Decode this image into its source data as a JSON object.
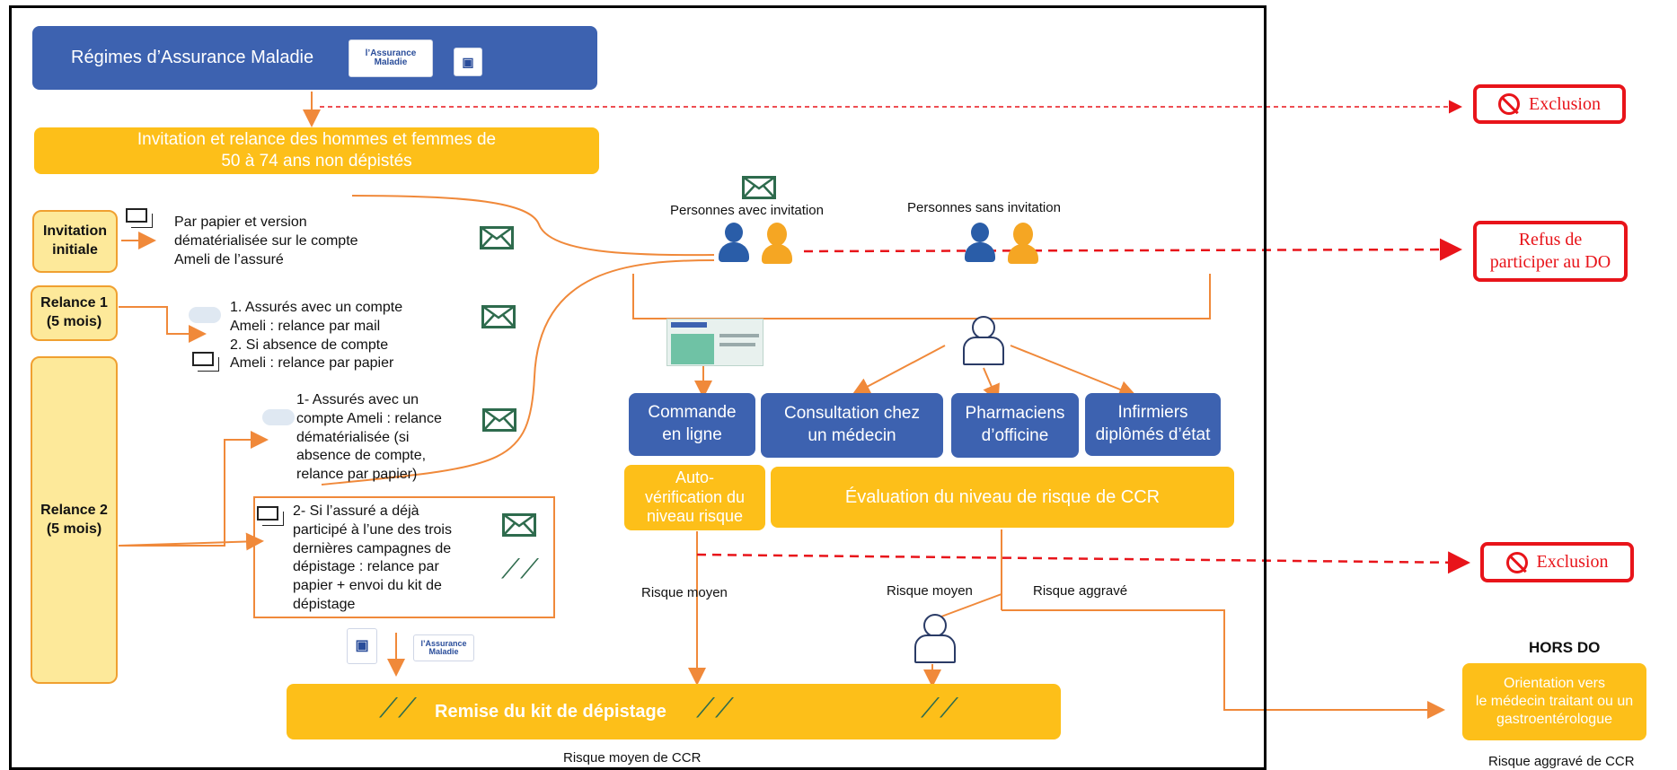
{
  "header": {
    "title": "Régimes d’Assurance Maladie",
    "logo_assurance": "l’Assurance Maladie",
    "invitation_title_line1": "Invitation et relance des hommes et femmes de",
    "invitation_title_line2": "50 à 74 ans non dépistés"
  },
  "steps": {
    "invitation_initiale": {
      "label_line1": "Invitation",
      "label_line2": "initiale",
      "text_line1": "Par papier et version",
      "text_line2": "dématérialisée sur le compte",
      "text_line3": "Ameli de l’assuré"
    },
    "relance1": {
      "label_line1": "Relance 1",
      "label_line2": "(5 mois)",
      "text_line1": "1. Assurés avec un compte",
      "text_line2": "Ameli  : relance par mail",
      "text_line3": "2. Si absence de compte",
      "text_line4": "Ameli : relance par papier"
    },
    "relance2": {
      "label_line1": "Relance 2",
      "label_line2": "(5 mois)",
      "text_a_line1": "1- Assurés avec un",
      "text_a_line2": "compte Ameli : relance",
      "text_a_line3": "dématérialisée (si",
      "text_a_line4": "absence de compte,",
      "text_a_line5": "relance par papier)",
      "text_b_line1": "2-  Si l’assuré a déjà",
      "text_b_line2": "participé à l’une des trois",
      "text_b_line3": "dernières campagnes de",
      "text_b_line4": "dépistage : relance par",
      "text_b_line5": "papier + envoi du kit de",
      "text_b_line6": "dépistage"
    }
  },
  "persons": {
    "with_invitation": "Personnes avec invitation",
    "without_invitation": "Personnes sans invitation"
  },
  "channels": {
    "commande_line1": "Commande",
    "commande_line2": "en ligne",
    "consultation_line1": "Consultation chez",
    "consultation_line2": "un médecin",
    "pharmaciens_line1": "Pharmaciens",
    "pharmaciens_line2": "d’officine",
    "infirmiers_line1": "Infirmiers",
    "infirmiers_line2": "diplômés d’état"
  },
  "assessment": {
    "auto_line1": "Auto-",
    "auto_line2": "vérification du",
    "auto_line3": "niveau risque",
    "evaluation": "Évaluation du niveau de risque de CCR"
  },
  "risk_labels": {
    "risque_moyen_1": "Risque moyen",
    "risque_moyen_2": "Risque moyen",
    "risque_aggrave": "Risque aggravé"
  },
  "kit": {
    "label": "Remise du kit de dépistage"
  },
  "footer": {
    "risque_moyen_ccr": "Risque moyen de CCR",
    "risque_aggrave_ccr": "Risque aggravé de CCR"
  },
  "outcomes": {
    "exclusion_1": "Exclusion",
    "refus_line1": "Refus de",
    "refus_line2": "participer au DO",
    "exclusion_2": "Exclusion",
    "hors_do": "HORS DO",
    "orientation_line1": "Orientation vers",
    "orientation_line2": "le médecin traitant ou un",
    "orientation_line3": "gastroentérologue"
  },
  "colors": {
    "blue": "#3d62b0",
    "yellow": "#fdbf19",
    "pale_yellow": "#fde99a",
    "orange": "#f0893a",
    "red": "#e8141a",
    "green": "#2e6b4d"
  }
}
